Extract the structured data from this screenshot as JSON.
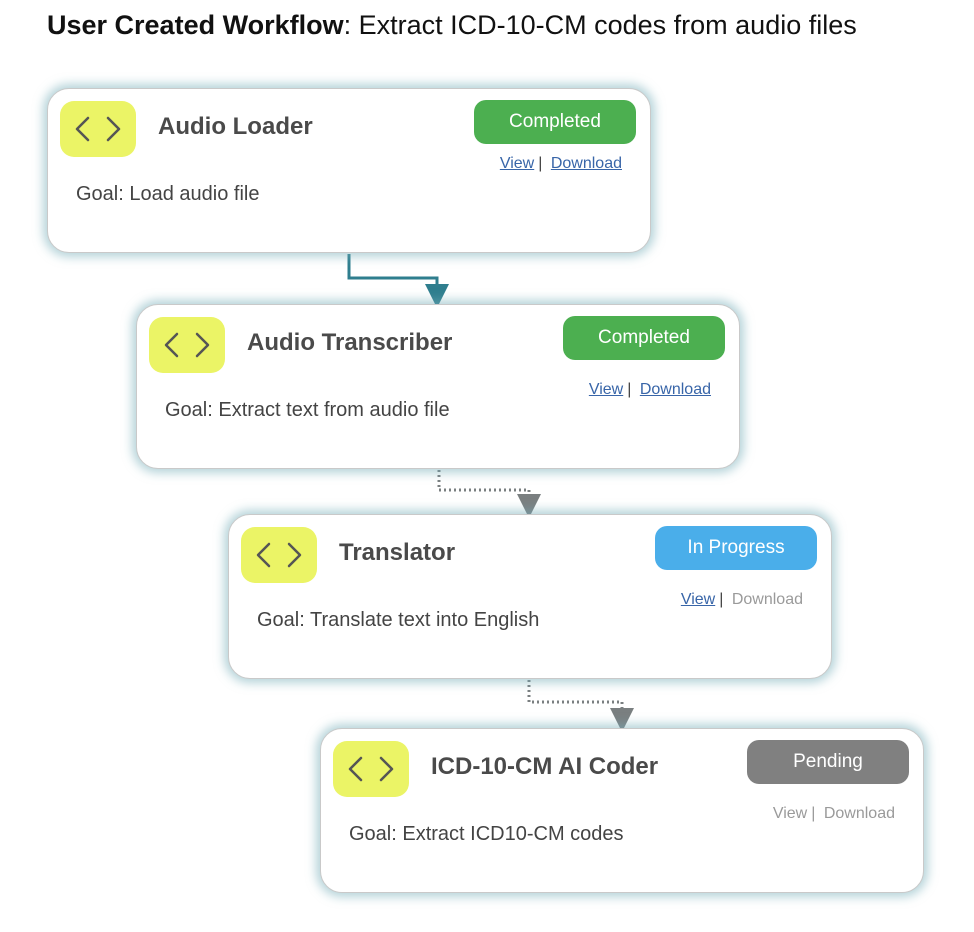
{
  "title": {
    "bold": "User Created Workflow",
    "rest": ": Extract ICD-10-CM codes from audio files"
  },
  "colors": {
    "completed": "#4caf50",
    "in_progress": "#4aaeea",
    "pending": "#808080",
    "icon_bg": "#ebf466",
    "link": "#3865a8",
    "disabled_link": "#9a9a9a",
    "solid_connector": "#2f7e8e",
    "dotted_connector": "#7a7f80"
  },
  "nodes": [
    {
      "name": "Audio Loader",
      "goal": "Goal: Load audio file",
      "status": "Completed",
      "status_kind": "completed",
      "view": "View",
      "download": "Download",
      "view_enabled": true,
      "download_enabled": true,
      "icon": "code-brackets-icon"
    },
    {
      "name": "Audio Transcriber",
      "goal": "Goal: Extract text from audio file",
      "status": "Completed",
      "status_kind": "completed",
      "view": "View",
      "download": "Download",
      "view_enabled": true,
      "download_enabled": true,
      "icon": "code-brackets-icon"
    },
    {
      "name": "Translator",
      "goal": "Goal: Translate text into English",
      "status": "In Progress",
      "status_kind": "in_progress",
      "view": "View",
      "download": "Download",
      "view_enabled": true,
      "download_enabled": false,
      "icon": "code-brackets-icon"
    },
    {
      "name": "ICD-10-CM AI Coder",
      "goal": "Goal: Extract ICD10-CM codes",
      "status": "Pending",
      "status_kind": "pending",
      "view": "View",
      "download": "Download",
      "view_enabled": false,
      "download_enabled": false,
      "icon": "code-brackets-icon"
    }
  ],
  "edges": [
    {
      "from": "Audio Loader",
      "to": "Audio Transcriber",
      "style": "solid"
    },
    {
      "from": "Audio Transcriber",
      "to": "Translator",
      "style": "dotted"
    },
    {
      "from": "Translator",
      "to": "ICD-10-CM AI Coder",
      "style": "dotted"
    }
  ]
}
